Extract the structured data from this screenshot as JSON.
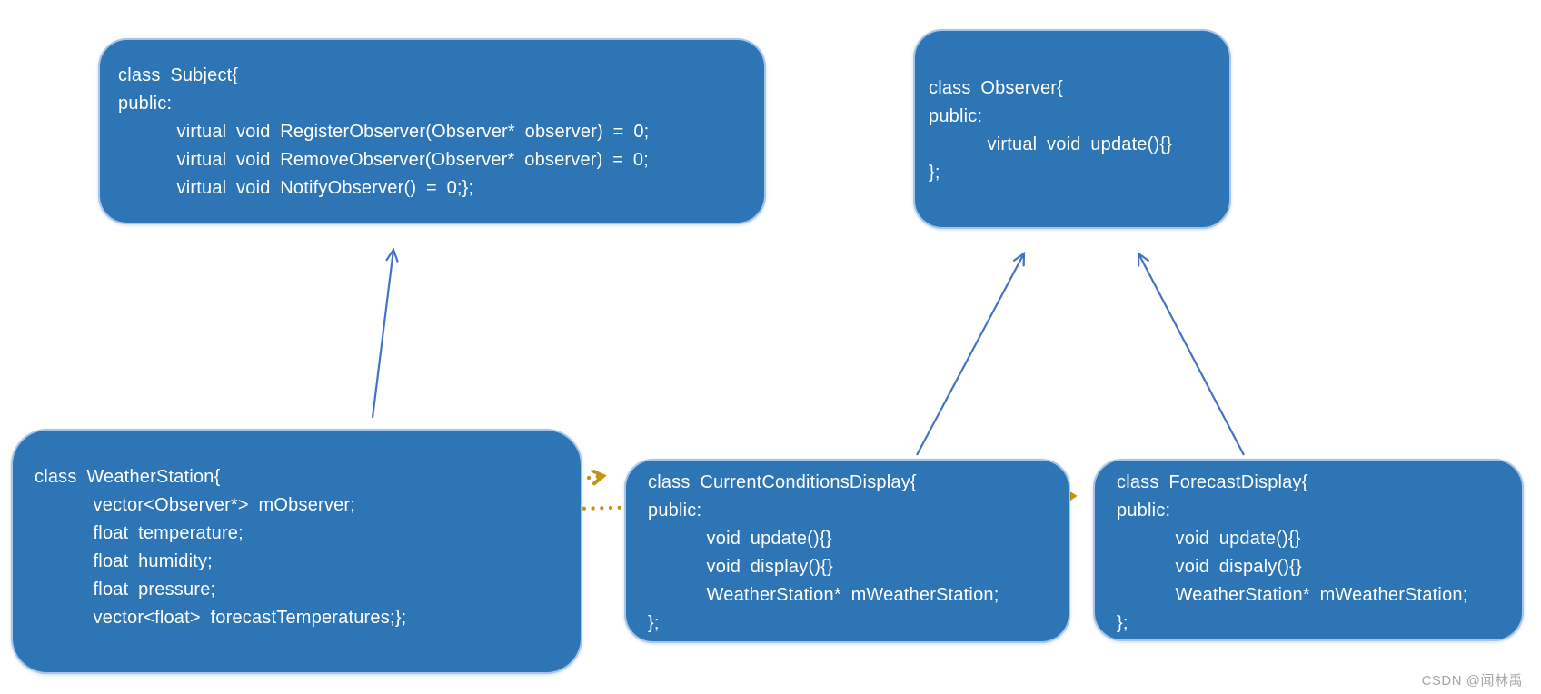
{
  "diagram": {
    "title_hint": "Observer pattern class diagram",
    "boxes": {
      "subject": {
        "name": "Subject",
        "lines": [
          "class Subject{",
          "public:",
          "      virtual void RegisterObserver(Observer* observer) = 0;",
          "      virtual void RemoveObserver(Observer* observer) = 0;",
          "      virtual void NotifyObserver() = 0;};"
        ]
      },
      "observer": {
        "name": "Observer",
        "lines": [
          "class Observer{",
          "public:",
          "      virtual void update(){}",
          "};"
        ]
      },
      "weather_station": {
        "name": "WeatherStation",
        "lines": [
          "class WeatherStation{",
          "      vector<Observer*> mObserver;",
          "      float temperature;",
          "      float humidity;",
          "      float pressure;",
          "      vector<float> forecastTemperatures;};"
        ]
      },
      "current_conditions_display": {
        "name": "CurrentConditionsDisplay",
        "lines": [
          "class CurrentConditionsDisplay{",
          "public:",
          "      void update(){}",
          "      void display(){}",
          "      WeatherStation* mWeatherStation;",
          "};"
        ]
      },
      "forecast_display": {
        "name": "ForecastDisplay",
        "lines": [
          "class ForecastDisplay{",
          "public:",
          "      void update(){}",
          "      void dispaly(){}",
          "      WeatherStation* mWeatherStation;",
          "};"
        ]
      }
    },
    "arrows": {
      "inheritance": [
        {
          "from": "WeatherStation",
          "to": "Subject",
          "style": "solid-blue"
        },
        {
          "from": "CurrentConditionsDisplay",
          "to": "Observer",
          "style": "solid-blue"
        },
        {
          "from": "ForecastDisplay",
          "to": "Observer",
          "style": "solid-blue"
        }
      ],
      "association": [
        {
          "from": "WeatherStation",
          "to": "CurrentConditionsDisplay",
          "style": "dotted-gold"
        },
        {
          "from": "WeatherStation",
          "to": "ForecastDisplay",
          "style": "dotted-gold"
        }
      ]
    },
    "colors": {
      "box_fill": "#2e75b6",
      "box_border": "#a6c5e8",
      "arrow_blue": "#4472c4",
      "arrow_gold": "#c0940e",
      "text": "#ffffff",
      "watermark": "#a6a6a6"
    },
    "watermark": "CSDN @闻林禹"
  }
}
